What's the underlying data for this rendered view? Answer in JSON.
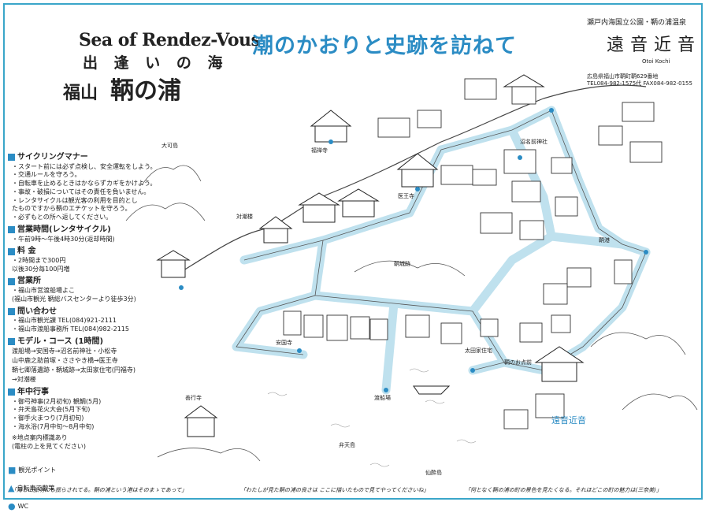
{
  "header": {
    "title_en": "Sea of Rendez-Vous",
    "title_jp": "出 逢 い の 海",
    "title_place_prefix": "福山",
    "title_place": "鞆の浦",
    "headline": "潮のかおりと史跡を訪ねて"
  },
  "advert": {
    "tagline": "瀬戸内海国立公園・鞆の浦温泉",
    "name": "遠音近音",
    "romaji": "Otoi Kochi",
    "address": "広島県福山市鞆町鞆629番地",
    "tel": "TEL084-982-1575代 FAX084-982-0155"
  },
  "info": {
    "cycling_title": "サイクリングマナー",
    "cycling_lines": [
      "・スタート前には必ず点検し、安全運転をしよう。",
      "・交通ルールを守ろう。",
      "・自転車を止めるときはかならずカギをかけよう。",
      "・事故・破損についてはその責任を負いません。",
      "・レンタサイクルは観光客の利用を目的としたものですから鞆のエチケットを守ろう。",
      "・必ずもとの所へ返してください。"
    ],
    "hours_title": "営業時間(レンタサイクル)",
    "hours_lines": [
      "・午前9時〜午後4時30分(返却時間)"
    ],
    "fee_title": "料 金",
    "fee_lines": [
      "・2時間まで300円",
      "以後30分毎100円増"
    ],
    "office_title": "営業所",
    "office_lines": [
      "・福山市営渡船場よこ",
      "(福山市観光 鞆総バスセンターより徒歩3分)"
    ],
    "contact_title": "問い合わせ",
    "contact_lines": [
      "・福山市観光課 TEL(084)921-2111",
      "・福山市渡船事務所 TEL(084)982-2115"
    ],
    "course_title": "モデル・コース (1時間)",
    "course_lines": [
      "渡船場→安国寺→沼名前神社・小松寺",
      "山中鹿之助首塚・ささやき橋→医王寺",
      "鞆七卿落遺跡・鞆城跡→太田家住宅(円福寺)",
      "→対潮楼"
    ],
    "events_title": "年中行事",
    "events_lines": [
      "・御弓神事(2月初旬) 観鯛(5月)",
      "・弁天島花火大会(5月下旬)",
      "・御手火まつり(7月初旬)",
      "・海水浴(7月中旬〜8月中旬)"
    ],
    "note_lines": [
      "※地点案内標識あり",
      "(電柱の上を見てください)"
    ]
  },
  "legend": {
    "sightseeing": "観光ポイント",
    "walk": "自転車で散策",
    "wc": "WC"
  },
  "map_labels": {
    "taichoro": "対潮楼",
    "fukuzenji": "福禅寺",
    "iouji": "医王寺",
    "ankokuji": "安国寺",
    "nunakuma": "沼名前神社",
    "tomojo": "鞆城跡",
    "ota": "太田家住宅",
    "toko": "渡船場",
    "bentenjima": "弁天島",
    "sensuijima": "仙酔島",
    "zenkoji": "善行寺",
    "kaigan": "鞆港",
    "otoi_kochi": "遠音近音",
    "keyhole": "鞆のお点前",
    "mountain_path": "大可島"
  },
  "footer": {
    "left": "「海と山脈明にも揺らされてる。鞆の浦という港はそのまゝであって」",
    "center": "「わたしが見た鞆の浦の良さは ここに描いたもので見てやってくださいね」",
    "right": "「何となく鞆の浦の町の景色を見たくなる。それほどこの町の魅力は(三奈美)」"
  },
  "colors": {
    "accent": "#2b8cc4",
    "road": "#bfe1ee",
    "frame": "#3aa6c9"
  }
}
